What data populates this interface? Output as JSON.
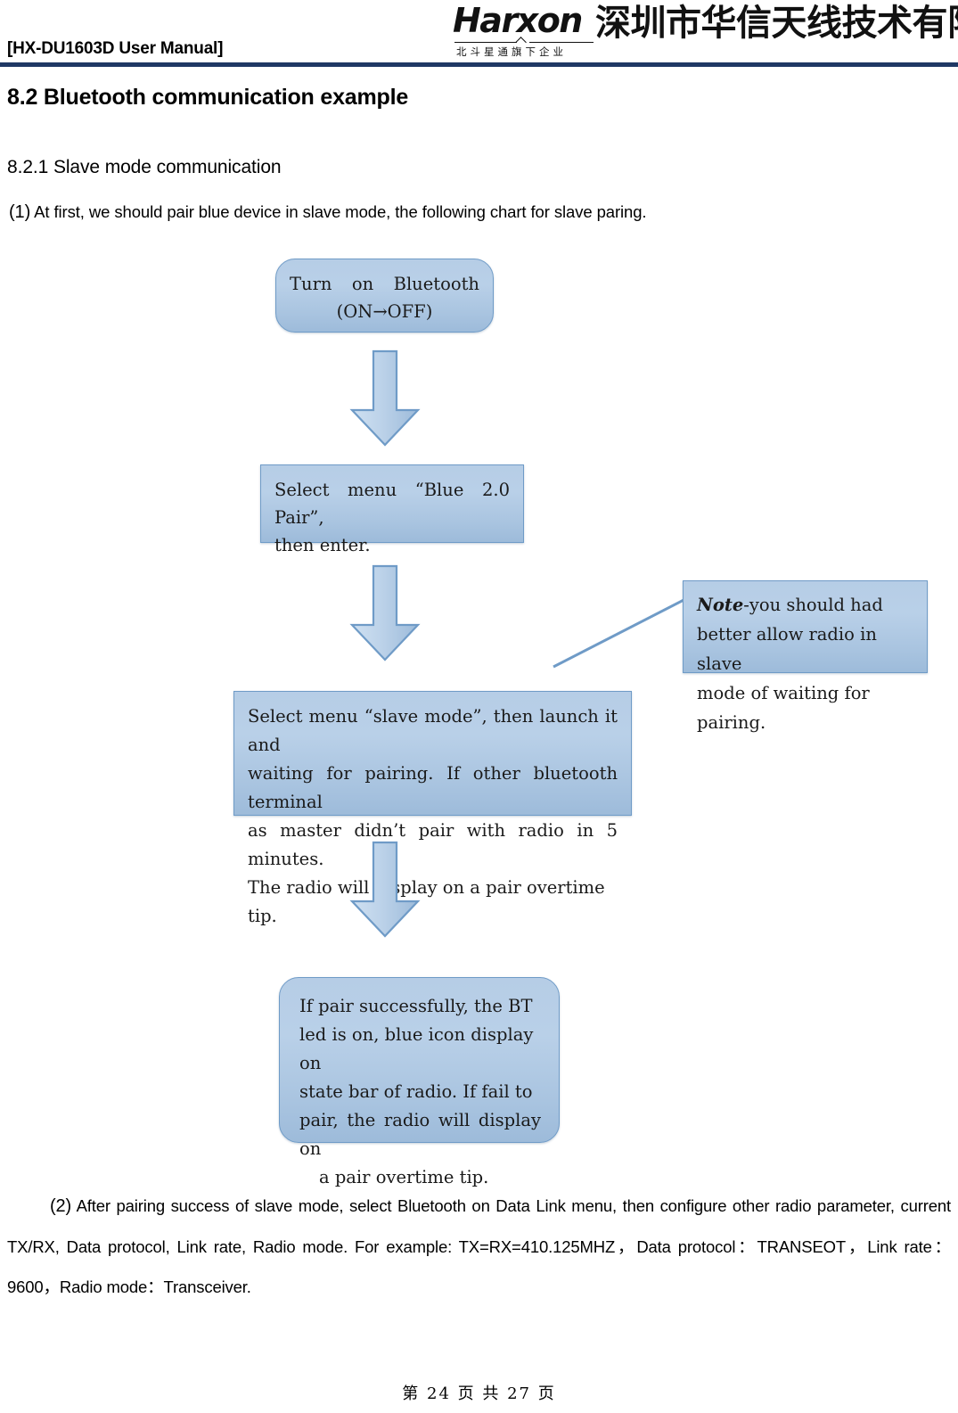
{
  "header": {
    "manual_title": "[HX-DU1603D User Manual]",
    "logo_word": "Harxon",
    "logo_subtitle": "北斗星通旗下企业",
    "company_name_cn": "深圳市华信天线技术有限公司",
    "rule_color": "#1f3864"
  },
  "content": {
    "section_heading": "8.2 Bluetooth communication example",
    "subsection_heading": "8.2.1 Slave mode communication",
    "paragraph_1_number": "(1)",
    "paragraph_1_text": " At first, we should pair blue device in slave mode, the following chart for slave paring.",
    "paragraph_2_number": "(2)",
    "paragraph_2_text": " After pairing success of slave mode, select Bluetooth on Data Link menu, then configure other radio parameter, current TX/RX, Data protocol, Link rate, Radio mode. For example: TX=RX=410.125MHZ，Data protocol：TRANSEOT，Link rate：9600，Radio mode：Transceiver."
  },
  "flowchart": {
    "shape_fill_top": "#b6cde6",
    "shape_fill_bottom": "#9dbbda",
    "shape_border": "#6f9bc7",
    "boxes": [
      {
        "name": "turn-on-bluetooth",
        "shape": "rounded-rectangle",
        "line_1": "Turn on Bluetooth",
        "line_2": "(ON→OFF)"
      },
      {
        "name": "select-blue-pair",
        "shape": "rectangle",
        "line_1": "Select menu “Blue 2.0 Pair”,",
        "line_2": "then enter."
      },
      {
        "name": "note",
        "shape": "rectangle",
        "label": "Note",
        "line_1": "-you should had",
        "line_2": "better allow radio in slave",
        "line_3": "mode of waiting for pairing."
      },
      {
        "name": "slave-mode",
        "shape": "rectangle",
        "line_1": "Select menu “slave mode”, then launch it and",
        "line_2": "waiting for pairing. If other bluetooth terminal",
        "line_3": "as master didn’t pair with radio in 5 minutes.",
        "line_4": "The radio will display on a pair overtime tip."
      },
      {
        "name": "pair-result",
        "shape": "rounded-rectangle",
        "line_1": "If pair successfully, the BT",
        "line_2": "led is on, blue icon display on",
        "line_3": "state bar of radio. If fail to",
        "line_4": "pair, the radio will display on",
        "line_5": "a pair overtime tip."
      }
    ],
    "arrows": [
      {
        "name": "arrow-down-1",
        "direction": "down"
      },
      {
        "name": "arrow-down-2",
        "direction": "down"
      },
      {
        "name": "arrow-down-3",
        "direction": "down"
      }
    ],
    "connector": {
      "name": "note-connector-line",
      "from": "note-box",
      "to": "slave-mode-arrow"
    }
  },
  "footer": {
    "page_label": "第 24 页 共 27 页",
    "current_page": "24",
    "total_pages": "27"
  }
}
